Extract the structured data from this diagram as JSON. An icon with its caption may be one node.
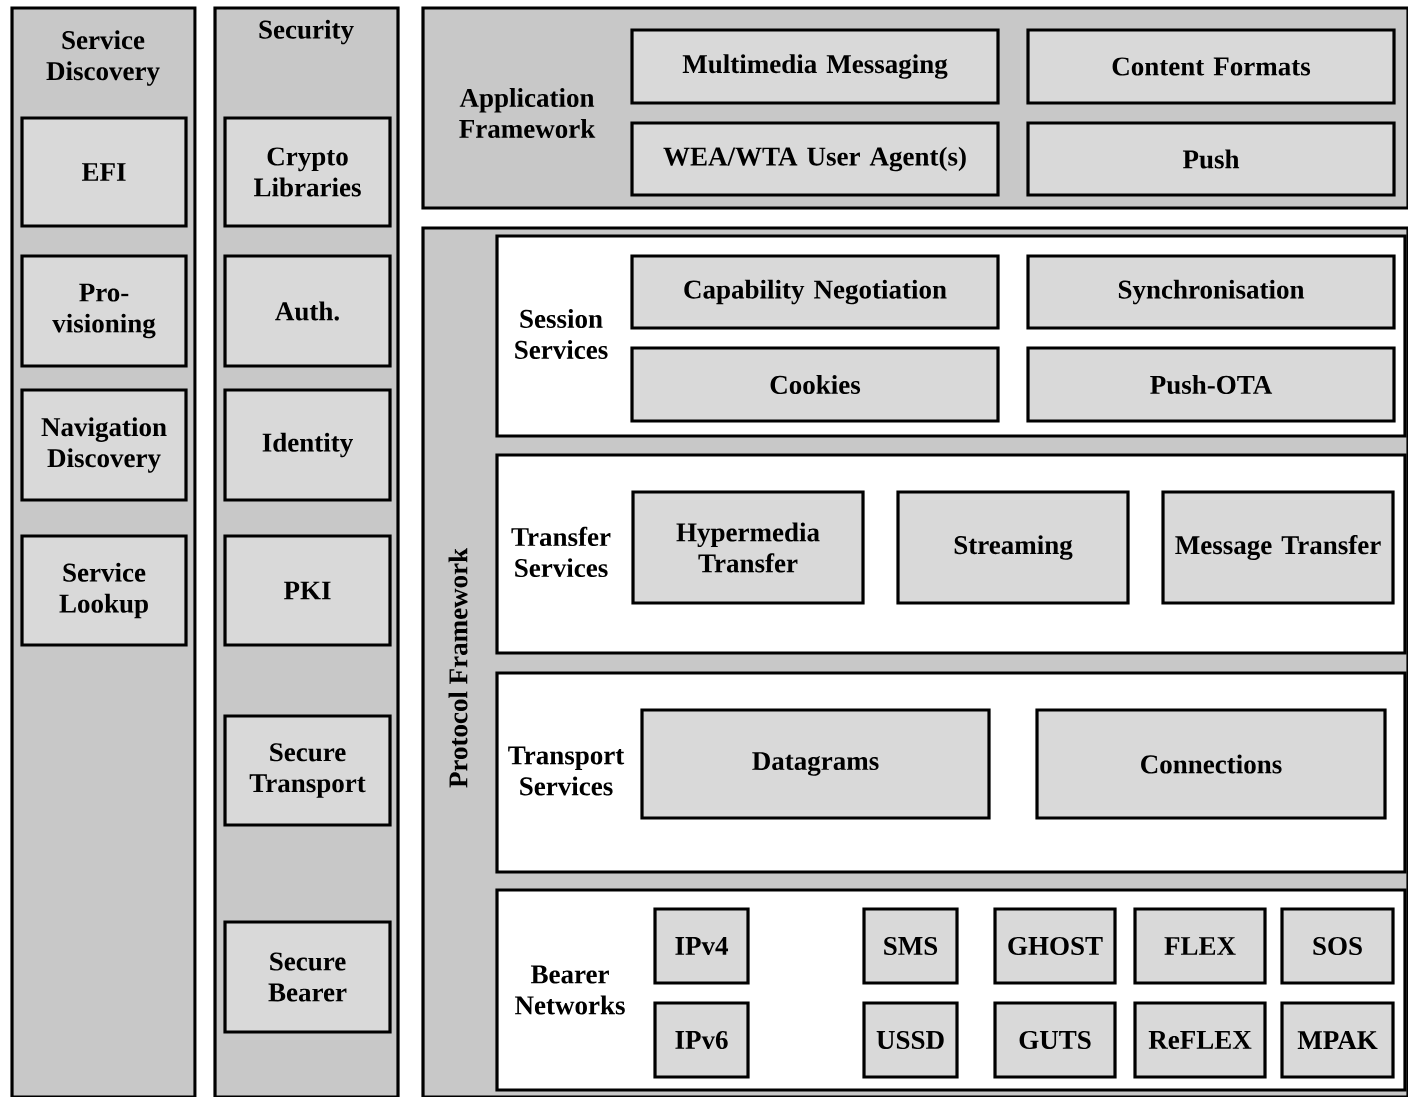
{
  "diagram": {
    "nodes": [
      {
        "text": [
          "Service Discovery"
        ]
      },
      {
        "text": [
          "EFI"
        ],
        "in": 0
      },
      {
        "text": [
          "Pro- visioning"
        ],
        "in": 0
      },
      {
        "text": [
          "Navigation Discovery"
        ],
        "in": 0
      },
      {
        "text": [
          "Service Lookup"
        ],
        "in": 0
      },
      {
        "text": [
          "Security"
        ]
      },
      {
        "text": [
          "Crypto Libraries"
        ],
        "in": 5
      },
      {
        "text": [
          "Auth."
        ],
        "in": 5
      },
      {
        "text": [
          "Identity"
        ],
        "in": 5
      },
      {
        "text": [
          "PKI"
        ],
        "in": 5
      },
      {
        "text": [
          "Secure Transport"
        ],
        "in": 5
      },
      {
        "text": [
          "Secure Bearer"
        ],
        "in": 5
      },
      {
        "text": [
          "Application Framework"
        ]
      },
      {
        "text": [
          "Multimedia Messaging"
        ],
        "in": 12
      },
      {
        "text": [
          "Content Formats"
        ],
        "in": 12
      },
      {
        "text": [
          "WEA/WTA User Agent(s)"
        ],
        "in": 12
      },
      {
        "text": [
          "Push"
        ],
        "in": 12
      },
      {
        "text": [
          "Protocol Framework"
        ]
      },
      {
        "text": [
          "Session Services"
        ],
        "in": 17
      },
      {
        "text": [
          "Capability Negotiation"
        ],
        "in": 18
      },
      {
        "text": [
          "Synchronisation"
        ],
        "in": 18
      },
      {
        "text": [
          "Cookies"
        ],
        "in": 18
      },
      {
        "text": [
          "Push-OTA"
        ],
        "in": 18
      },
      {
        "text": [
          "Transfer Services"
        ],
        "in": 17
      },
      {
        "text": [
          "Hypermedia Transfer"
        ],
        "in": 23
      },
      {
        "text": [
          "Streaming"
        ],
        "in": 23
      },
      {
        "text": [
          "Message Transfer"
        ],
        "in": 23
      },
      {
        "text": [
          "Transport Services"
        ],
        "in": 17
      },
      {
        "text": [
          "Datagrams"
        ],
        "in": 27
      },
      {
        "text": [
          "Connections"
        ],
        "in": 27
      },
      {
        "text": [
          "Bearer Networks"
        ],
        "in": 17
      },
      {
        "text": [
          "IPv4"
        ],
        "in": 30
      },
      {
        "text": [
          "IPv6"
        ],
        "in": 30
      },
      {
        "text": [
          "SMS"
        ],
        "in": 30
      },
      {
        "text": [
          "USSD"
        ],
        "in": 30
      },
      {
        "text": [
          "GHOST"
        ],
        "in": 30
      },
      {
        "text": [
          "GUTS"
        ],
        "in": 30
      },
      {
        "text": [
          "FLEX"
        ],
        "in": 30
      },
      {
        "text": [
          "ReFLEX"
        ],
        "in": 30
      },
      {
        "text": [
          "SOS"
        ],
        "in": 30
      },
      {
        "text": [
          "MPAK"
        ],
        "in": 30
      }
    ]
  }
}
